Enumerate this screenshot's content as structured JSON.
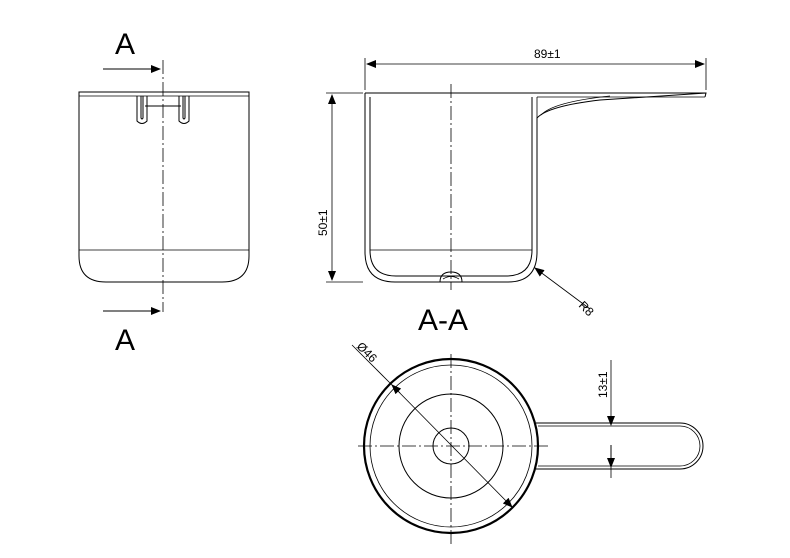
{
  "drawing": {
    "section_marker_top": "A",
    "section_marker_bottom": "A",
    "section_title": "A-A",
    "dimensions": {
      "width": "89±1",
      "height": "50±1",
      "radius": "R8",
      "diameter": "Ø46",
      "handle_width": "13±1"
    }
  }
}
